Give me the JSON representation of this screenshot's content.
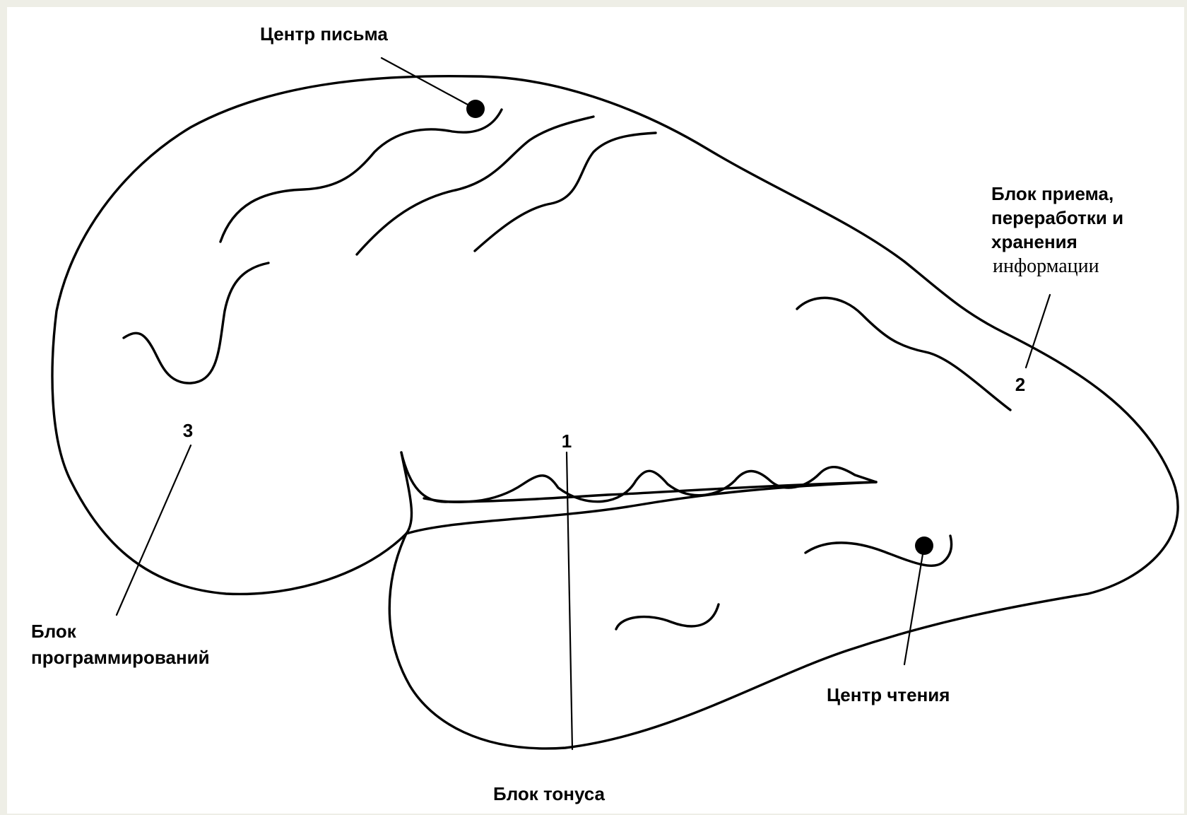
{
  "labels": {
    "writing_center": "Центр письма",
    "reception_block": [
      "Блок приема,",
      "переработки и",
      "хранения",
      "информации"
    ],
    "programming_block": [
      "Блок",
      "программирований"
    ],
    "tonus_block": "Блок тонуса",
    "reading_center": "Центр чтения",
    "num_1": "1",
    "num_2": "2",
    "num_3": "3"
  }
}
